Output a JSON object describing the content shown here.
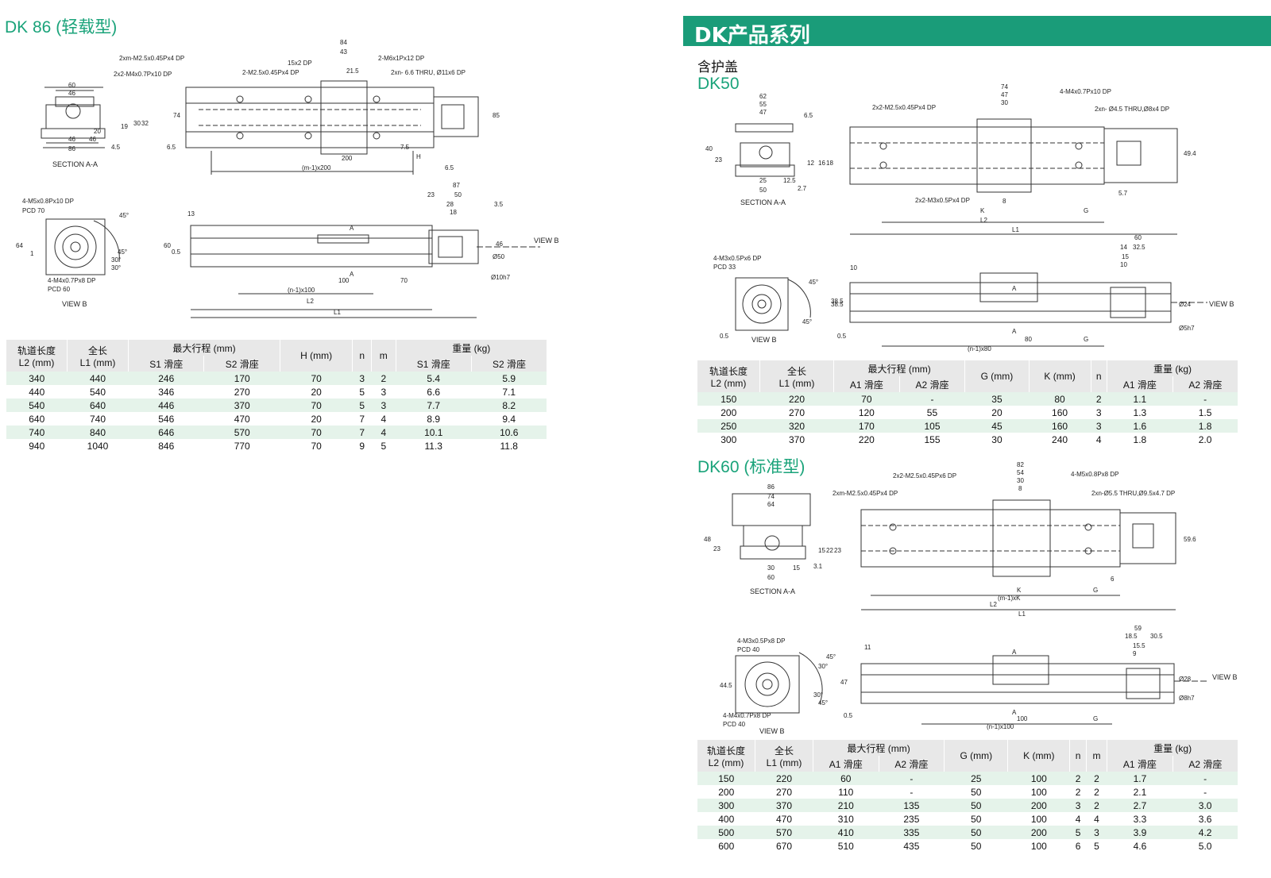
{
  "dk86": {
    "title": "DK 86 (轻载型)",
    "drawing": {
      "callouts": [
        "2xm-M2.5x0.45Px4 DP",
        "2x2-M4x0.7Px10 DP",
        "15x2 DP",
        "2-M2.5x0.45Px4 DP",
        "2-M6x1Px12 DP",
        "2xn- 6.6 THRU, Ø11x6 DP",
        "4-M5x0.8Px10 DP",
        "PCD 70",
        "4-M4x0.7Px8 DP",
        "PCD 60"
      ],
      "dims": [
        "60",
        "46",
        "46",
        "86",
        "46",
        "20",
        "19",
        "30",
        "32",
        "4.5",
        "84",
        "43",
        "21.5",
        "74",
        "85",
        "6.5",
        "200",
        "7.5",
        "H",
        "6.5",
        "(m-1)x200",
        "87",
        "23",
        "50",
        "28",
        "18",
        "3.5",
        "13",
        "60",
        "0.5",
        "100",
        "70",
        "(n-1)x100",
        "L2",
        "L1",
        "64",
        "1",
        "46",
        "Ø50",
        "Ø10h7",
        "30°",
        "45°",
        "45°",
        "30°",
        "A",
        "A"
      ],
      "labels": [
        "SECTION A-A",
        "VIEW B",
        "VIEW B"
      ]
    },
    "table": {
      "headers": [
        "轨道长度\nL2 (mm)",
        "全长\nL1 (mm)",
        "最大行程 (mm)",
        "H (mm)",
        "n",
        "m",
        "重量 (kg)"
      ],
      "subheaders": [
        "S1 滑座",
        "S2 滑座",
        "S1 滑座",
        "S2 滑座"
      ],
      "rows": [
        [
          "340",
          "440",
          "246",
          "170",
          "70",
          "3",
          "2",
          "5.4",
          "5.9"
        ],
        [
          "440",
          "540",
          "346",
          "270",
          "20",
          "5",
          "3",
          "6.6",
          "7.1"
        ],
        [
          "540",
          "640",
          "446",
          "370",
          "70",
          "5",
          "3",
          "7.7",
          "8.2"
        ],
        [
          "640",
          "740",
          "546",
          "470",
          "20",
          "7",
          "4",
          "8.9",
          "9.4"
        ],
        [
          "740",
          "840",
          "646",
          "570",
          "70",
          "7",
          "4",
          "10.1",
          "10.6"
        ],
        [
          "940",
          "1040",
          "846",
          "770",
          "70",
          "9",
          "5",
          "11.3",
          "11.8"
        ]
      ]
    }
  },
  "series": {
    "banner": "DK产品系列",
    "subtitle": "含护盖"
  },
  "dk50": {
    "title": "DK50",
    "drawing": {
      "callouts": [
        "2x2-M2.5x0.45Px4 DP",
        "4-M4x0.7Px10 DP",
        "2xn- Ø4.5 THRU,Ø8x4 DP",
        "2x2-M3x0.5Px4 DP",
        "4-M3x0.5Px6 DP",
        "PCD 33"
      ],
      "dims": [
        "62",
        "55",
        "47",
        "6.5",
        "40",
        "23",
        "25",
        "50",
        "12.5",
        "2.7",
        "12",
        "16",
        "18",
        "74",
        "47",
        "30",
        "49.4",
        "5.7",
        "8",
        "K",
        "G",
        "L2",
        "L1",
        "60",
        "32.5",
        "14",
        "15",
        "10",
        "10",
        "38.5",
        "38.5",
        "0.5",
        "0.5",
        "80",
        "G",
        "(n-1)x80",
        "Ø24",
        "Ø5h7",
        "45°",
        "45°",
        "A",
        "A"
      ],
      "labels": [
        "SECTION A-A",
        "VIEW B",
        "VIEW B"
      ]
    },
    "table": {
      "headers": [
        "轨道长度\nL2 (mm)",
        "全长\nL1 (mm)",
        "最大行程 (mm)",
        "G (mm)",
        "K (mm)",
        "n",
        "重量 (kg)"
      ],
      "subheaders": [
        "A1 滑座",
        "A2 滑座",
        "A1 滑座",
        "A2 滑座"
      ],
      "rows": [
        [
          "150",
          "220",
          "70",
          "-",
          "35",
          "80",
          "2",
          "1.1",
          "-"
        ],
        [
          "200",
          "270",
          "120",
          "55",
          "20",
          "160",
          "3",
          "1.3",
          "1.5"
        ],
        [
          "250",
          "320",
          "170",
          "105",
          "45",
          "160",
          "3",
          "1.6",
          "1.8"
        ],
        [
          "300",
          "370",
          "220",
          "155",
          "30",
          "240",
          "4",
          "1.8",
          "2.0"
        ]
      ]
    }
  },
  "dk60": {
    "title": "DK60 (标准型)",
    "drawing": {
      "callouts": [
        "2x2-M2.5x0.45Px6 DP",
        "4-M5x0.8Px8 DP",
        "2xm-M2.5x0.45Px4 DP",
        "2xn-Ø5.5 THRU,Ø9.5x4.7 DP",
        "4-M3x0.5Px8 DP",
        "PCD 40",
        "4-M4x0.7Px8 DP",
        "PCD 40"
      ],
      "dims": [
        "86",
        "74",
        "64",
        "48",
        "23",
        "30",
        "60",
        "15",
        "3.1",
        "15",
        "22",
        "23",
        "82",
        "54",
        "30",
        "8",
        "59.6",
        "6",
        "K",
        "G",
        "(m-1)xK",
        "L2",
        "L1",
        "59",
        "18.5",
        "30.5",
        "15.5",
        "9",
        "11",
        "44.5",
        "47",
        "0.5",
        "100",
        "G",
        "(n-1)x100",
        "Ø28",
        "Ø8h7",
        "45°",
        "30°",
        "30°",
        "45°",
        "A",
        "A"
      ],
      "labels": [
        "SECTION A-A",
        "VIEW B",
        "VIEW B"
      ]
    },
    "table": {
      "headers": [
        "轨道长度\nL2 (mm)",
        "全长\nL1 (mm)",
        "最大行程 (mm)",
        "G (mm)",
        "K (mm)",
        "n",
        "m",
        "重量 (kg)"
      ],
      "subheaders": [
        "A1 滑座",
        "A2 滑座",
        "A1 滑座",
        "A2 滑座"
      ],
      "rows": [
        [
          "150",
          "220",
          "60",
          "-",
          "25",
          "100",
          "2",
          "2",
          "1.7",
          "-"
        ],
        [
          "200",
          "270",
          "110",
          "-",
          "50",
          "100",
          "2",
          "2",
          "2.1",
          "-"
        ],
        [
          "300",
          "370",
          "210",
          "135",
          "50",
          "200",
          "3",
          "2",
          "2.7",
          "3.0"
        ],
        [
          "400",
          "470",
          "310",
          "235",
          "50",
          "100",
          "4",
          "4",
          "3.3",
          "3.6"
        ],
        [
          "500",
          "570",
          "410",
          "335",
          "50",
          "200",
          "5",
          "3",
          "3.9",
          "4.2"
        ],
        [
          "600",
          "670",
          "510",
          "435",
          "50",
          "100",
          "6",
          "5",
          "4.6",
          "5.0"
        ]
      ]
    }
  },
  "colors": {
    "accent": "#1a9c79",
    "row_tint": "#e5f3ea",
    "header_gray": "#e8e8e8"
  }
}
